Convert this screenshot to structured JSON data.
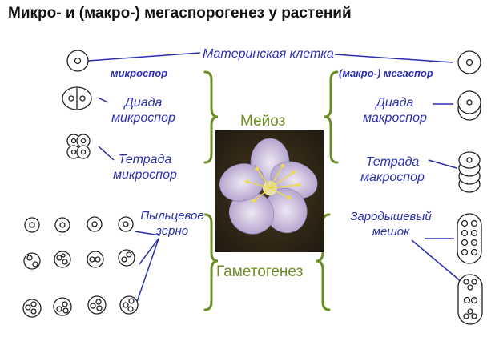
{
  "title": "Микро- и (макро-) мегаспорогенез у растений",
  "labels": {
    "mother_cell": "Материнская клетка",
    "microspore": "микроспор",
    "macro_megaspore": "(макро-) мегаспор",
    "dyad_micro_1": "Диада",
    "dyad_micro_2": "микроспор",
    "tetrad_micro_1": "Тетрада",
    "tetrad_micro_2": "микроспор",
    "dyad_macro_1": "Диада",
    "dyad_macro_2": "макроспор",
    "tetrad_macro_1": "Тетрада",
    "tetrad_macro_2": "макроспор",
    "pollen_1": "Пыльцевое",
    "pollen_2": "зерно",
    "embryo_sac_1": "Зародышевый",
    "embryo_sac_2": "мешок",
    "meiosis": "Мейоз",
    "gametogenesis": "Гаметогенез"
  },
  "colors": {
    "label": "#2b2fb0",
    "bracket": "#6b8e23",
    "line": "#2b2fb0",
    "cell": "#222222"
  },
  "image": "flower-photo"
}
